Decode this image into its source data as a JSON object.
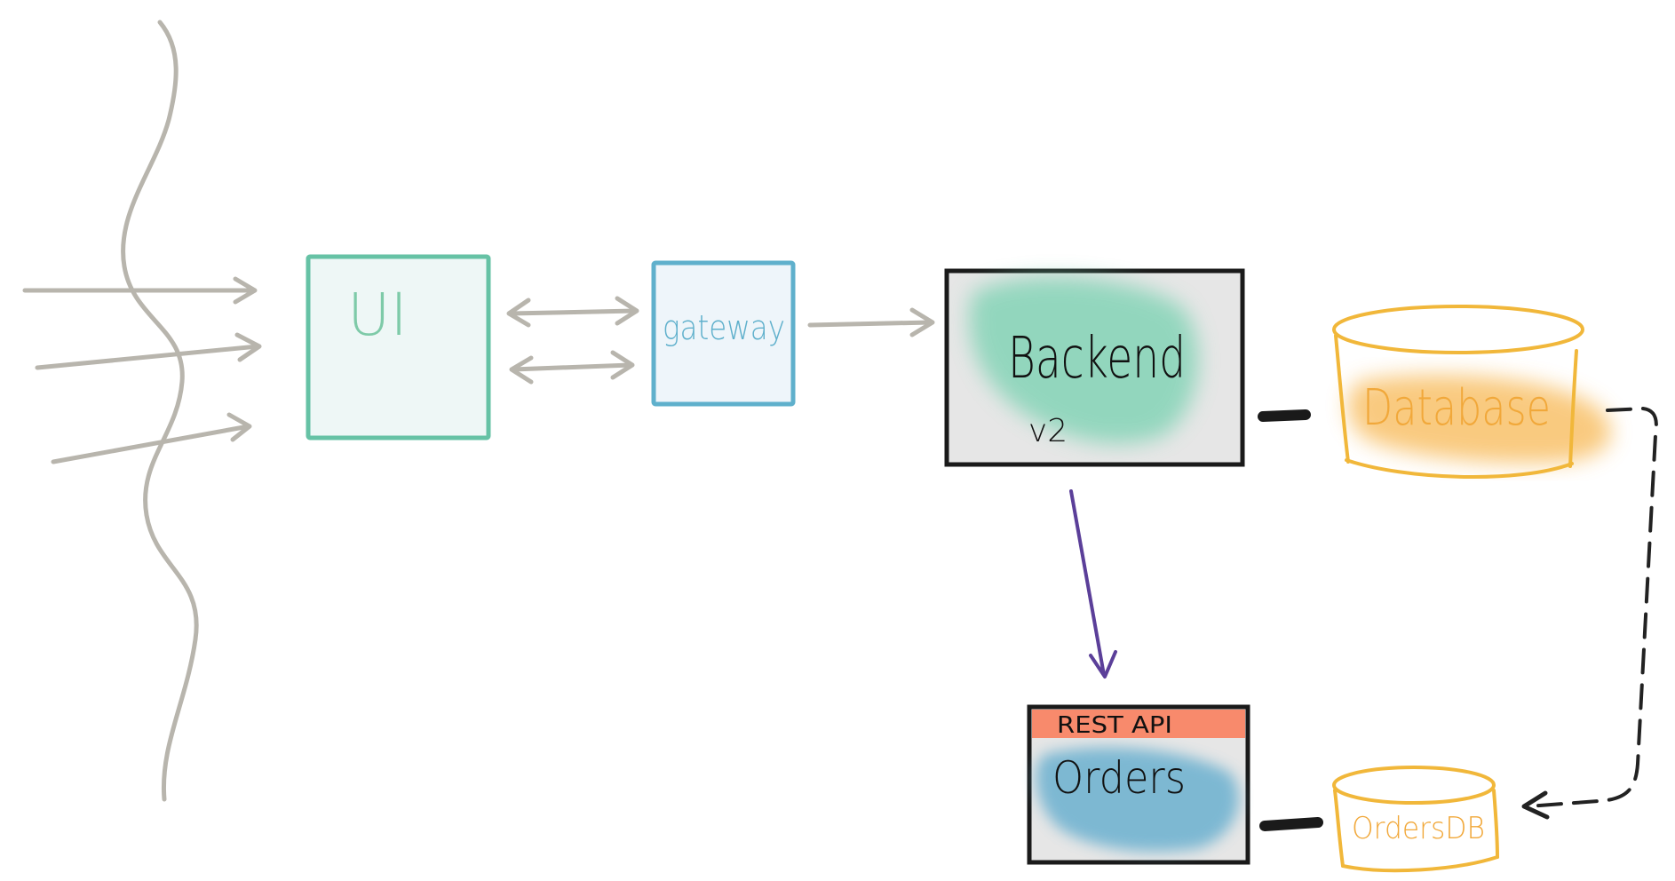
{
  "nodes": {
    "ui": {
      "label": "UI",
      "stroke": "#66c2a5",
      "fill": "#eef7f6",
      "text": "#7ecaa8"
    },
    "gateway": {
      "label": "gateway",
      "stroke": "#5fb0cc",
      "fill": "#eef5fa",
      "text": "#5fb0cc"
    },
    "backend": {
      "label": "Backend",
      "sublabel": "v2",
      "stroke": "#1a1a1a",
      "fill": "#e6e6e6",
      "wash": "#77d1b0",
      "text": "#111111"
    },
    "database": {
      "label": "Database",
      "stroke": "#f1b73a",
      "wash": "#f7b44a",
      "text": "#f1a83a"
    },
    "orders": {
      "label": "Orders",
      "header": "REST API",
      "stroke": "#1a1a1a",
      "fill": "#e6e6e6",
      "wash": "#5aa9cc",
      "header_fill": "#f88a6c",
      "text": "#111111"
    },
    "ordersdb": {
      "label": "OrdersDB",
      "stroke": "#f1b73a",
      "text": "#f1a83a"
    }
  },
  "colors": {
    "arrow_gray": "#b8b5ad",
    "arrow_purple": "#5b3f99",
    "connector_black": "#1a1a1a",
    "dashed": "#222222"
  },
  "icons": {
    "incoming": "arrow-right-icon",
    "bidirectional": "double-arrow-icon",
    "flow": "arrow-right-icon",
    "down": "arrow-down-icon",
    "dashed": "dashed-arrow-icon"
  }
}
